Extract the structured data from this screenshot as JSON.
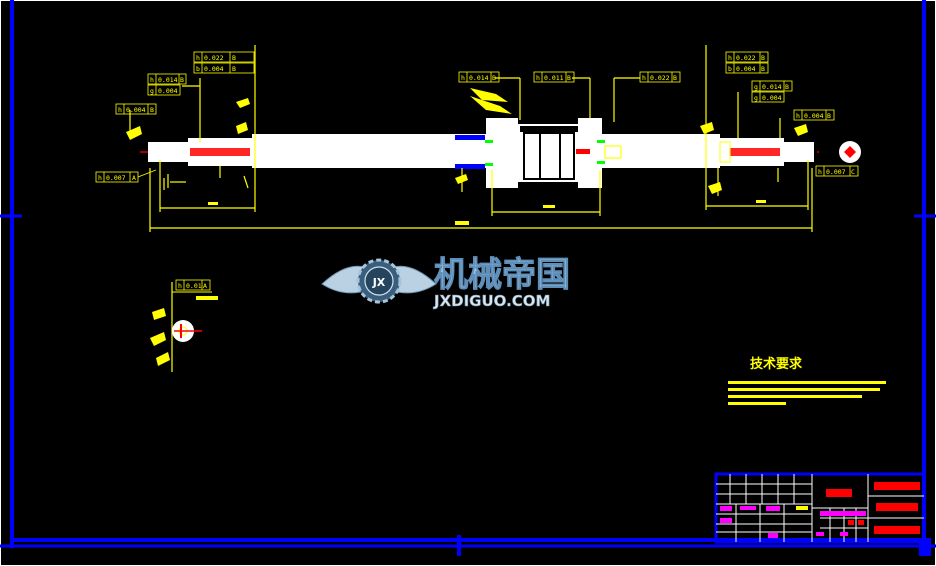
{
  "drawing": {
    "gtol": {
      "left_top_1": "0.022",
      "left_top_1_datum": "B",
      "left_top_2": "0.004",
      "left_top_2_datum": "B",
      "left_mid_1": "0.014",
      "left_mid_1_datum": "B",
      "left_mid_2": "0.004",
      "left_runout": "0.004",
      "left_runout_datum": "B",
      "left_bottom": "0.007",
      "left_bottom_datum": "A",
      "center_1": "0.014",
      "center_1_datum": "B",
      "center_2": "0.011",
      "center_2_datum": "B",
      "center_3": "0.022",
      "center_3_datum": "B",
      "right_top_1": "0.022",
      "right_top_1_datum": "B",
      "right_top_2": "0.004",
      "right_top_2_datum": "B",
      "right_mid_1": "0.014",
      "right_mid_1_datum": "B",
      "right_mid_2": "0.004",
      "right_runout": "0.004",
      "right_runout_datum": "B",
      "right_bottom": "0.007",
      "right_bottom_datum": "C",
      "section": "0.01",
      "section_datum": "A"
    },
    "technical_requirements_title": "技术要求"
  },
  "watermark": {
    "logo_text": "JX",
    "name_cn": "机械帝国",
    "name_en": "JXDIGUO.COM"
  },
  "colors": {
    "background": "#000000",
    "frame": "#0000ff",
    "dimension": "#ffff00",
    "part": "#ffffff",
    "centerline": "#ff0000",
    "accent_green": "#00ff00",
    "title_red": "#ff0000",
    "title_magenta": "#ff00ff"
  }
}
